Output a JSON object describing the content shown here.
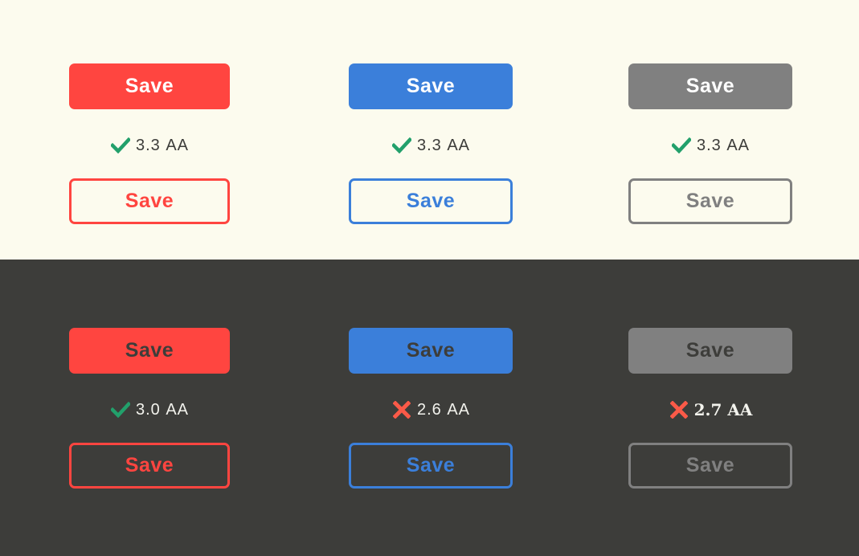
{
  "colors": {
    "red": "#ff4540",
    "blue": "#3b7fda",
    "gray": "#808080",
    "light_background": "#fcfbee",
    "dark_background": "#3d3d3a",
    "pass": "#22a06b",
    "fail": "#fa5a48"
  },
  "light_panel": {
    "red": {
      "filled_label": "Save",
      "outline_label": "Save",
      "ratio": "3.3",
      "level": "AA",
      "status_icon": "check-icon"
    },
    "blue": {
      "filled_label": "Save",
      "outline_label": "Save",
      "ratio": "3.3",
      "level": "AA",
      "status_icon": "check-icon"
    },
    "gray": {
      "filled_label": "Save",
      "outline_label": "Save",
      "ratio": "3.3",
      "level": "AA",
      "status_icon": "check-icon"
    }
  },
  "dark_panel": {
    "red": {
      "filled_label": "Save",
      "outline_label": "Save",
      "ratio": "3.0",
      "level": "AA",
      "status_icon": "check-icon"
    },
    "blue": {
      "filled_label": "Save",
      "outline_label": "Save",
      "ratio": "2.6",
      "level": "AA",
      "status_icon": "cross-icon"
    },
    "gray": {
      "filled_label": "Save",
      "outline_label": "Save",
      "ratio": "2.7",
      "level": "AA",
      "status_icon": "cross-icon"
    }
  }
}
